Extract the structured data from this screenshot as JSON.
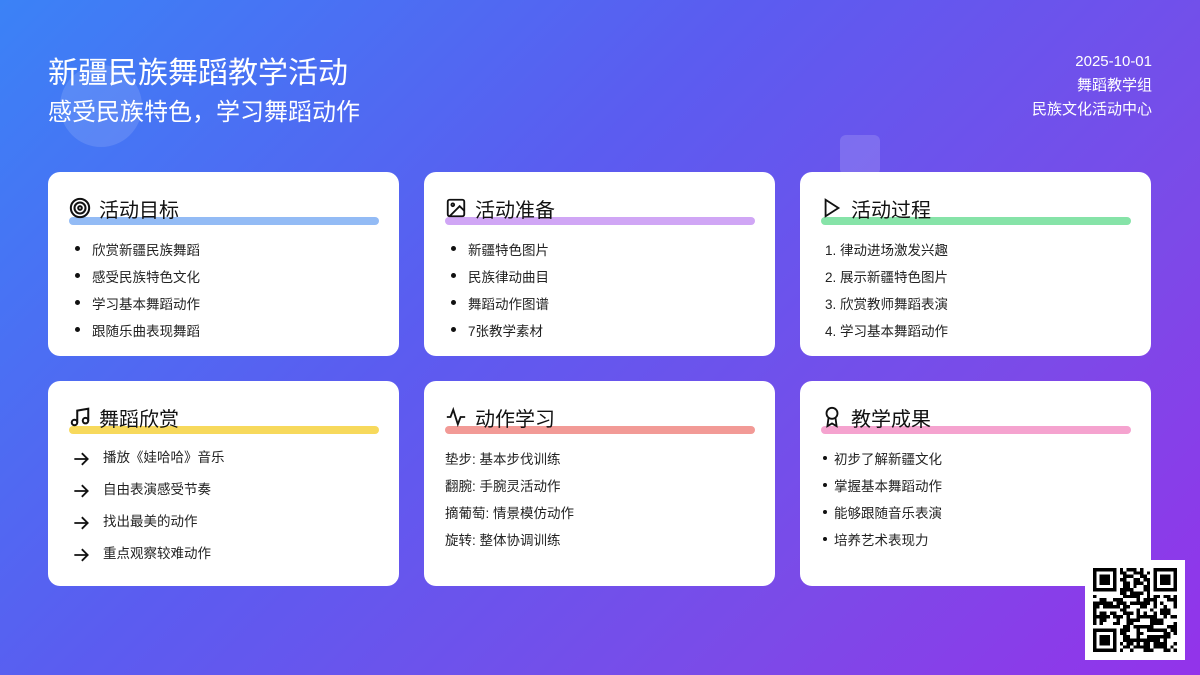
{
  "header": {
    "title": "新疆民族舞蹈教学活动",
    "subtitle": "感受民族特色，学习舞蹈动作",
    "date": "2025-10-01",
    "group": "舞蹈教学组",
    "org": "民族文化活动中心"
  },
  "cards": [
    {
      "title": "活动目标",
      "icon": "target-icon",
      "color": "#93bbf5",
      "items": [
        "欣赏新疆民族舞蹈",
        "感受民族特色文化",
        "学习基本舞蹈动作",
        "跟随乐曲表现舞蹈"
      ]
    },
    {
      "title": "活动准备",
      "icon": "image-icon",
      "color": "#d0a6f5",
      "items": [
        "新疆特色图片",
        "民族律动曲目",
        "舞蹈动作图谱",
        "7张教学素材"
      ]
    },
    {
      "title": "活动过程",
      "icon": "play-icon",
      "color": "#86e3a8",
      "items": [
        "1. 律动进场激发兴趣",
        "2. 展示新疆特色图片",
        "3. 欣赏教师舞蹈表演",
        "4. 学习基本舞蹈动作"
      ]
    },
    {
      "title": "舞蹈欣赏",
      "icon": "music-icon",
      "color": "#f7d95c",
      "items": [
        "播放《娃哈哈》音乐",
        "自由表演感受节奏",
        "找出最美的动作",
        "重点观察较难动作"
      ]
    },
    {
      "title": "动作学习",
      "icon": "activity-icon",
      "color": "#f29a96",
      "items": [
        "垫步: 基本步伐训练",
        "翻腕: 手腕灵活动作",
        "摘葡萄: 情景模仿动作",
        "旋转: 整体协调训练"
      ]
    },
    {
      "title": "教学成果",
      "icon": "award-icon",
      "color": "#f5a3cf",
      "items": [
        "初步了解新疆文化",
        "掌握基本舞蹈动作",
        "能够跟随音乐表演",
        "培养艺术表现力"
      ]
    }
  ]
}
